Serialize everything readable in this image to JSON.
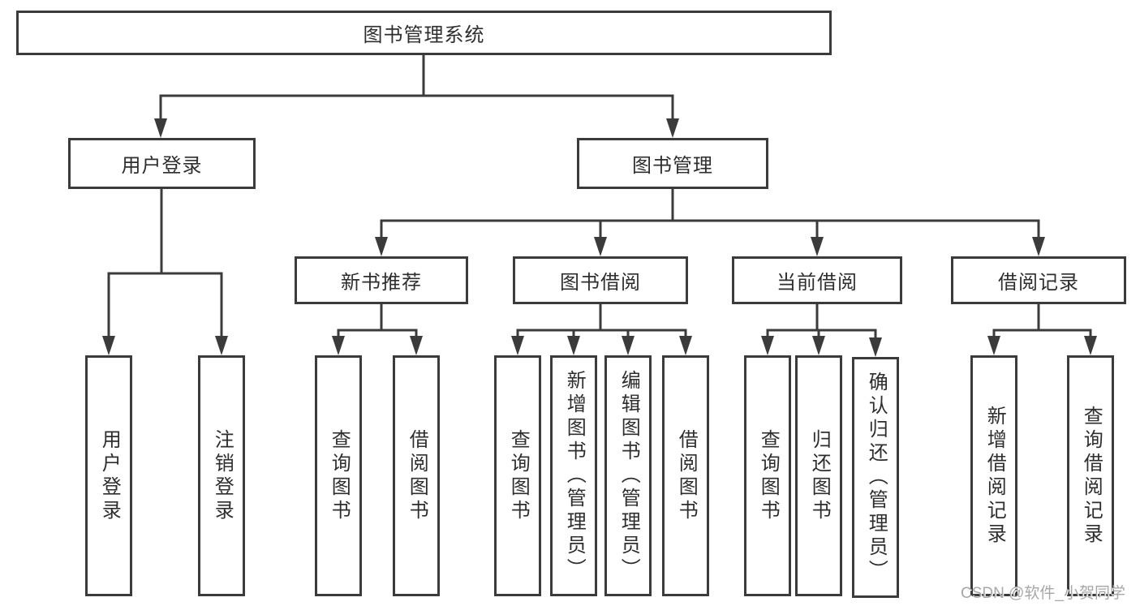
{
  "tree": {
    "root": {
      "label": "图书管理系统"
    },
    "user_login": {
      "label": "用户登录",
      "children": [
        {
          "label": "用户登录"
        },
        {
          "label": "注销登录"
        }
      ]
    },
    "book_mgmt": {
      "label": "图书管理",
      "sections": [
        {
          "label": "新书推荐",
          "children": [
            {
              "label": "查询图书"
            },
            {
              "label": "借阅图书"
            }
          ]
        },
        {
          "label": "图书借阅",
          "children": [
            {
              "label": "查询图书"
            },
            {
              "label": "新增图书（管理员）"
            },
            {
              "label": "编辑图书（管理员）"
            },
            {
              "label": "借阅图书"
            }
          ]
        },
        {
          "label": "当前借阅",
          "children": [
            {
              "label": "查询图书"
            },
            {
              "label": "归还图书"
            },
            {
              "label": "确认归还（管理员）"
            }
          ]
        },
        {
          "label": "借阅记录",
          "children": [
            {
              "label": "新增借阅记录"
            },
            {
              "label": "查询借阅记录"
            }
          ]
        }
      ]
    }
  },
  "watermark": {
    "text": "CSDN @软件_小贺同学"
  },
  "colors": {
    "line": "#3b3b3b",
    "box_border": "#3b3b3b",
    "box_fill": "#ffffff",
    "text": "#2e2e2e",
    "watermark": "#a7a7a7",
    "background": "#ffffff"
  }
}
